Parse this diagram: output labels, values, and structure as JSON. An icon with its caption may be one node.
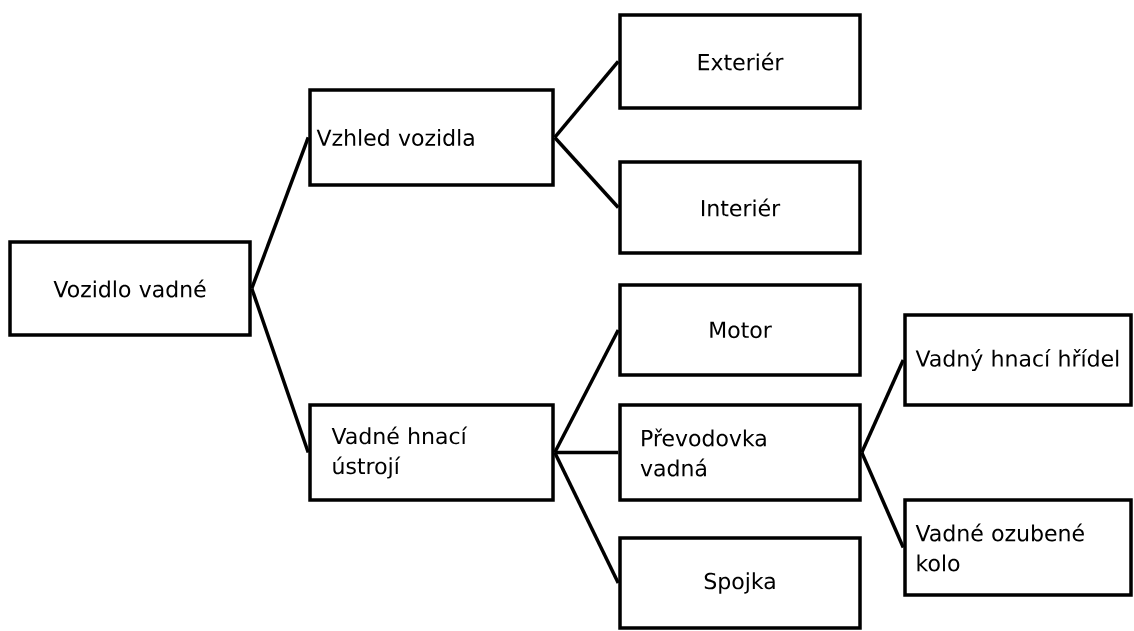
{
  "diagram": {
    "nodes": [
      {
        "text": [
          "Vozidlo vadné"
        ]
      },
      {
        "text": [
          "Vzhled vozidla"
        ]
      },
      {
        "text": [
          "Exteriér"
        ]
      },
      {
        "text": [
          "Interiér"
        ]
      },
      {
        "text": [
          "Vadné hnací ústrojí"
        ]
      },
      {
        "text": [
          "Motor"
        ]
      },
      {
        "text": [
          "Převodovka vadná"
        ]
      },
      {
        "text": [
          "Spojka"
        ]
      },
      {
        "text": [
          "Vadný hnací hřídel"
        ]
      },
      {
        "text": [
          "Vadné ozubené kolo"
        ]
      }
    ],
    "edges": [
      {
        "from": 0,
        "to": 1,
        "arrow": "none"
      },
      {
        "from": 0,
        "to": 4,
        "arrow": "none"
      },
      {
        "from": 1,
        "to": 2,
        "arrow": "none"
      },
      {
        "from": 1,
        "to": 3,
        "arrow": "none"
      },
      {
        "from": 4,
        "to": 5,
        "arrow": "none"
      },
      {
        "from": 4,
        "to": 6,
        "arrow": "none"
      },
      {
        "from": 4,
        "to": 7,
        "arrow": "none"
      },
      {
        "from": 6,
        "to": 8,
        "arrow": "none"
      },
      {
        "from": 6,
        "to": 9,
        "arrow": "none"
      }
    ]
  }
}
